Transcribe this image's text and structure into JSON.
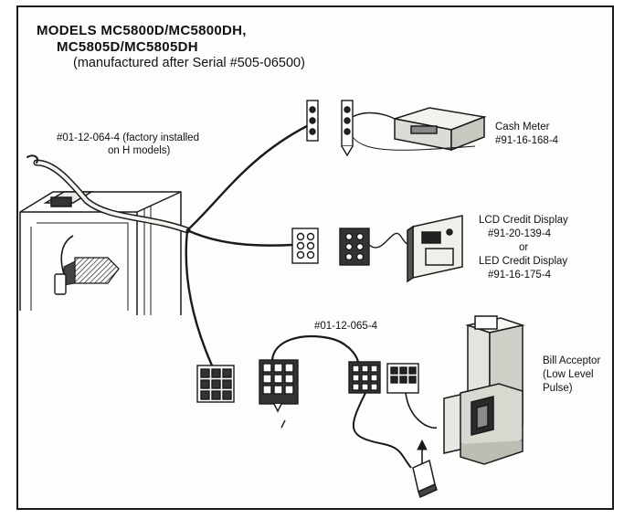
{
  "header": {
    "line1": "MODELS MC5800D/MC5800DH,",
    "line2": "MC5805D/MC5805DH",
    "line3": "(manufactured after Serial #505-06500)"
  },
  "harness_main": {
    "line1": "#01-12-064-4 (factory installed",
    "line2": "on H models)"
  },
  "cash_meter": {
    "line1": "Cash Meter",
    "line2": "#91-16-168-4"
  },
  "credit_display": {
    "lcd_name": "LCD Credit Display",
    "lcd_part": "#91-20-139-4",
    "or": "or",
    "led_name": "LED Credit Display",
    "led_part": "#91-16-175-4"
  },
  "harness_bill": {
    "part": "#01-12-065-4"
  },
  "bill_acceptor": {
    "line1": "Bill Acceptor",
    "line2": "(Low Level",
    "line3": "Pulse)"
  }
}
